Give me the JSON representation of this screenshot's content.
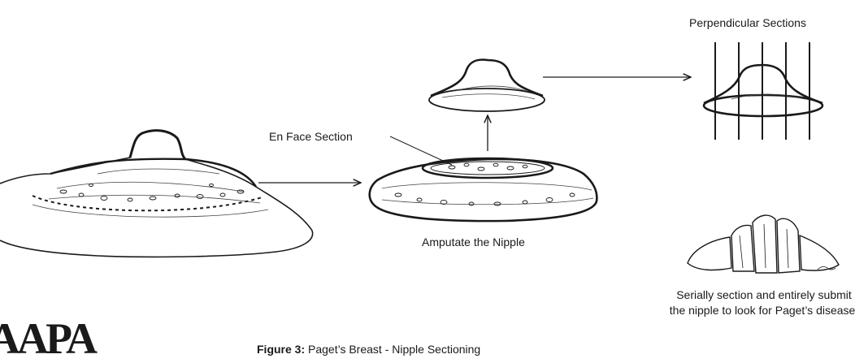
{
  "labels": {
    "perpendicular": "Perpendicular Sections",
    "en_face": "En Face Section",
    "amputate": "Amputate the Nipple",
    "serial": "Serially section and entirely submit the nipple to look for Paget’s disease."
  },
  "caption": {
    "prefix": "Figure 3:",
    "text": " Paget’s Breast - Nipple Sectioning"
  },
  "logo": {
    "text": "AAPA"
  },
  "colors": {
    "ink": "#1a1a1a",
    "background": "#ffffff"
  }
}
